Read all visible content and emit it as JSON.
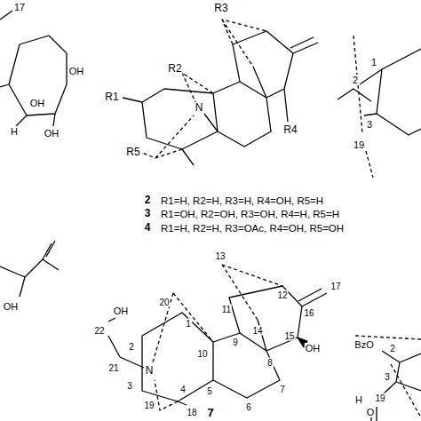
{
  "diagram": {
    "labels": [
      "17",
      "OH",
      "H",
      "OH",
      "OH",
      "R3",
      "R2",
      "R1",
      "N",
      "R4",
      "R5",
      "2",
      "R1=H, R2=H, R3=H, R4=OH, R5=H",
      "3",
      "R1=OH, R2=OH, R3=OH, R4=H, R5=H",
      "4",
      "R1=H, R2=H, R3=OAc, R4=OH, R5=OH",
      "1",
      "2",
      "3",
      "19",
      "OH",
      "13",
      "17",
      "12",
      "16",
      "20",
      "11",
      "OH",
      "22",
      "1",
      "9",
      "14",
      "15",
      "OH",
      "2",
      "10",
      "8",
      "21",
      "N",
      "3",
      "4",
      "5",
      "7",
      "6",
      "19",
      "18",
      "7",
      "BzO",
      "2",
      "3",
      "H",
      "19",
      "O"
    ]
  }
}
